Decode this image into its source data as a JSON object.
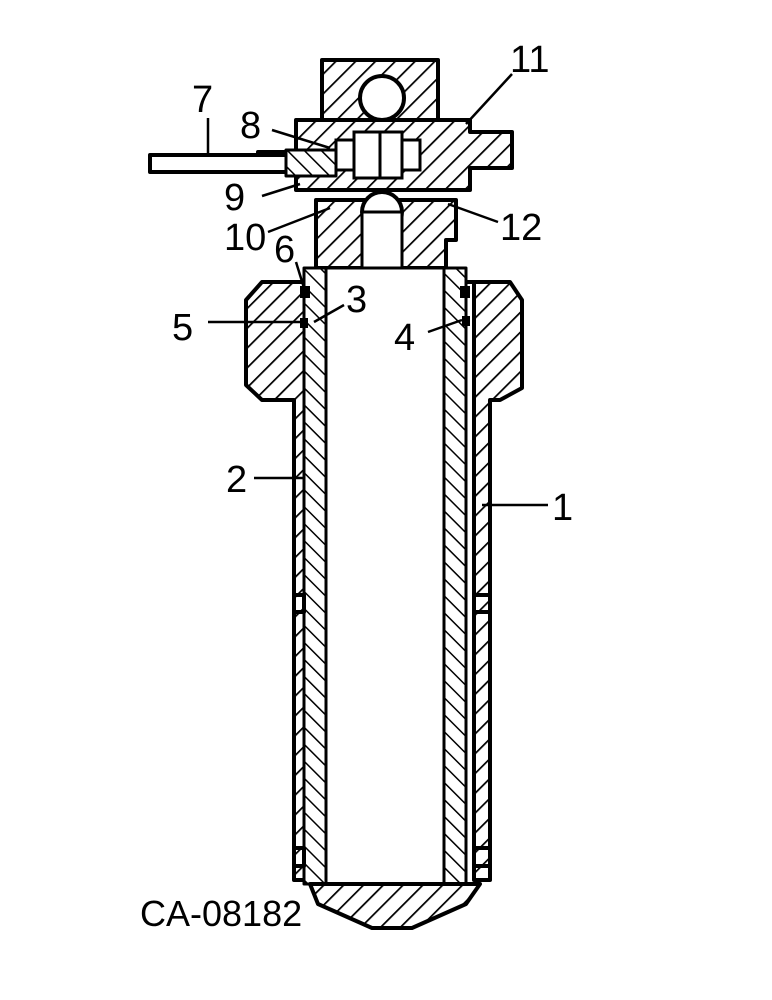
{
  "figure": {
    "catalog_number": "CA-08182",
    "callouts": [
      {
        "id": "1",
        "label": "1"
      },
      {
        "id": "2",
        "label": "2"
      },
      {
        "id": "3",
        "label": "3"
      },
      {
        "id": "4",
        "label": "4"
      },
      {
        "id": "5",
        "label": "5"
      },
      {
        "id": "6",
        "label": "6"
      },
      {
        "id": "7",
        "label": "7"
      },
      {
        "id": "8",
        "label": "8"
      },
      {
        "id": "9",
        "label": "9"
      },
      {
        "id": "10",
        "label": "10"
      },
      {
        "id": "11",
        "label": "11"
      },
      {
        "id": "12",
        "label": "12"
      }
    ]
  },
  "colors": {
    "ink": "#000000",
    "paper": "#ffffff"
  }
}
